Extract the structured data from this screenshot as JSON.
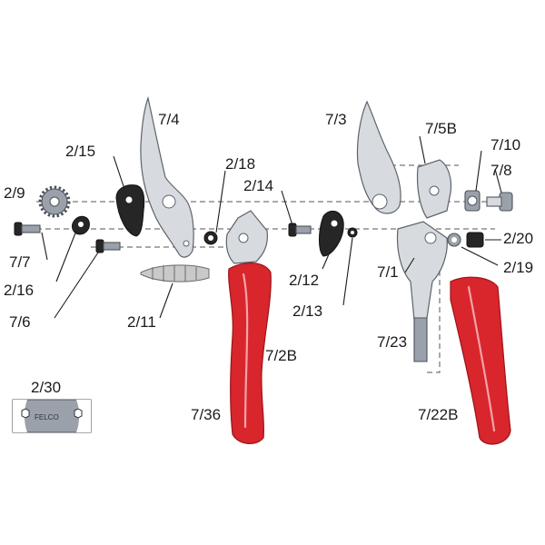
{
  "diagram": {
    "labels": {
      "p_7_4": "7/4",
      "p_2_15": "2/15",
      "p_2_18": "2/18",
      "p_2_9": "2/9",
      "p_2_14": "2/14",
      "p_7_7": "7/7",
      "p_2_16": "2/16",
      "p_7_6": "7/6",
      "p_2_11": "2/11",
      "p_2_12": "2/12",
      "p_2_13": "2/13",
      "p_7_3": "7/3",
      "p_7_5b": "7/5B",
      "p_7_10": "7/10",
      "p_7_8": "7/8",
      "p_2_20": "2/20",
      "p_2_19": "2/19",
      "p_7_1": "7/1",
      "p_7_23": "7/23",
      "p_7_2b": "7/2B",
      "p_7_36": "7/36",
      "p_7_22b": "7/22B",
      "p_2_30": "2/30"
    },
    "stamp": "FELCO",
    "colors": {
      "grip_red": "#d8262c",
      "steel": "#d7dbe0",
      "dark_part": "#262626"
    }
  }
}
